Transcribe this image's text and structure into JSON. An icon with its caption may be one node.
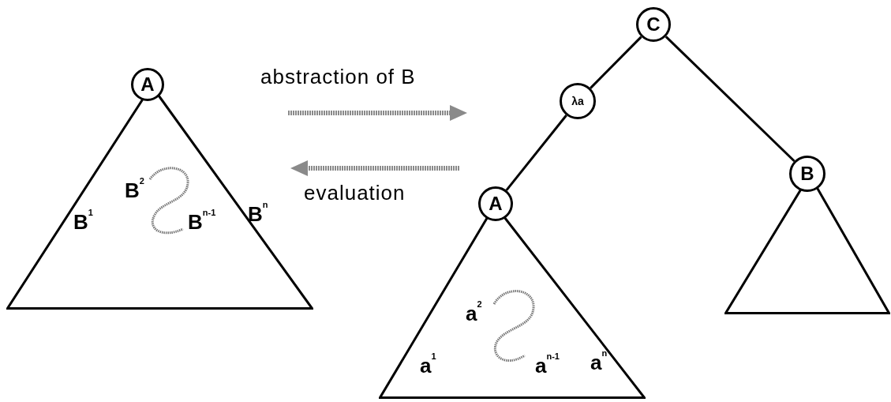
{
  "diagram": {
    "nodes": [
      {
        "text": [
          "A"
        ]
      },
      {
        "text": [
          "B$^{2}$",
          "B$^{1}$",
          "B$^{n-1}$",
          "B$^{n}$"
        ]
      },
      {
        "text": [
          "C"
        ]
      },
      {
        "text": [
          "λa"
        ]
      },
      {
        "text": [
          "A"
        ]
      },
      {
        "text": [
          "a$^{2}$",
          "a$^{1}$",
          "a$^{n-1}$",
          "a$^{n}$"
        ]
      },
      {
        "text": [
          "B"
        ]
      },
      {
        "text": [],
        "shape": "triangle"
      }
    ],
    "edges": [
      {
        "from": 2,
        "to": 3,
        "arrow": "none"
      },
      {
        "from": 3,
        "to": 4,
        "arrow": "none"
      },
      {
        "from": 2,
        "to": 6,
        "arrow": "none"
      }
    ],
    "labels": [
      "abstraction of B",
      "evaluation"
    ]
  }
}
